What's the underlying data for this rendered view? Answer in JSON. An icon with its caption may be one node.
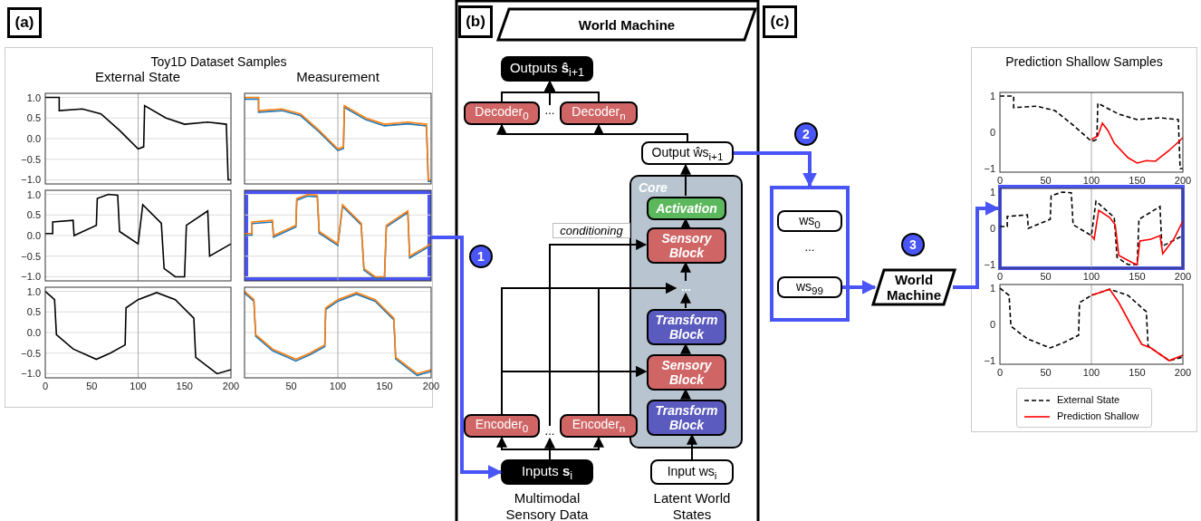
{
  "diagram": {
    "nodes": [
      {
        "text": [
          "(a)"
        ]
      },
      {
        "text": [
          "Toy1D Dataset Samples"
        ]
      },
      {
        "text": [],
        "shape": "box",
        "in": 1
      },
      {
        "text": [
          "(b)"
        ]
      },
      {
        "text": [
          "World Machine"
        ]
      },
      {
        "text": [
          "Outputs **ŝ**$_{i+1}$"
        ]
      },
      {
        "text": [
          "Decoder$_{0}$"
        ]
      },
      {
        "text": [
          "Decoder$_{n}$"
        ]
      },
      {
        "text": [
          "Output ŵs$_{i+1}$"
        ]
      },
      {
        "text": [
          "Core"
        ]
      },
      {
        "text": [
          "Activation"
        ],
        "in": 9
      },
      {
        "text": [
          "Sensory Block"
        ],
        "in": 9
      },
      {
        "text": [
          "Transform Block"
        ],
        "in": 9
      },
      {
        "text": [
          "Sensory Block"
        ],
        "in": 9
      },
      {
        "text": [
          "Transform Block"
        ],
        "in": 9
      },
      {
        "text": [
          "Encoder$_{0}$"
        ]
      },
      {
        "text": [
          "Encoder$_{n}$"
        ]
      },
      {
        "text": [
          "Inputs **s**$_{i}$"
        ],
        "beside": [
          "Multimodal Sensory Data"
        ]
      },
      {
        "text": [
          "Input ws$_{i}$"
        ],
        "beside": [
          "Latent World States"
        ]
      },
      {
        "text": [
          "(c)"
        ]
      },
      {
        "text": [],
        "shape": "box"
      },
      {
        "text": [
          "ws$_{0}$"
        ],
        "in": 20
      },
      {
        "text": [
          "ws$_{99}$"
        ],
        "in": 20
      },
      {
        "text": [
          "World Machine"
        ]
      },
      {
        "text": [
          "Prediction Shallow Samples"
        ]
      },
      {
        "text": [],
        "shape": "box",
        "in": 24
      },
      {
        "text": [
          "1"
        ]
      },
      {
        "text": [
          "2"
        ]
      },
      {
        "text": [
          "3"
        ]
      },
      {
        "text": [
          "..."
        ]
      },
      {
        "text": [
          "..."
        ]
      },
      {
        "text": [
          "..."
        ],
        "in": 9
      }
    ],
    "edges": [
      {
        "from": 2,
        "to": 17,
        "arrow": "to",
        "style": "thick",
        "color": "#4a55f5"
      },
      {
        "from": 17,
        "to": 15,
        "arrow": "to"
      },
      {
        "from": 17,
        "to": 16,
        "arrow": "to"
      },
      {
        "from": 17,
        "to": 30,
        "arrow": "to"
      },
      {
        "from": 15,
        "to": 13,
        "arrow": "to"
      },
      {
        "from": 16,
        "to": 13,
        "arrow": "to"
      },
      {
        "from": 15,
        "to": 31,
        "arrow": "to"
      },
      {
        "from": 16,
        "to": 31,
        "arrow": "to"
      },
      {
        "from": 30,
        "to": 11,
        "arrow": "to",
        "label": "conditioning"
      },
      {
        "from": 18,
        "to": 14,
        "arrow": "to"
      },
      {
        "from": 14,
        "to": 13,
        "arrow": "to"
      },
      {
        "from": 13,
        "to": 12,
        "arrow": "to"
      },
      {
        "from": 12,
        "to": 31,
        "arrow": "to"
      },
      {
        "from": 31,
        "to": 11,
        "arrow": "to"
      },
      {
        "from": 11,
        "to": 10,
        "arrow": "to"
      },
      {
        "from": 10,
        "to": 8,
        "arrow": "to"
      },
      {
        "from": 8,
        "to": 6,
        "arrow": "to"
      },
      {
        "from": 8,
        "to": 7,
        "arrow": "to"
      },
      {
        "from": 6,
        "to": 5,
        "arrow": "to"
      },
      {
        "from": 7,
        "to": 5,
        "arrow": "to"
      },
      {
        "from": 29,
        "to": 5,
        "arrow": "to"
      },
      {
        "from": 8,
        "to": 20,
        "arrow": "to",
        "style": "thick",
        "color": "#4a55f5"
      },
      {
        "from": 22,
        "to": 23,
        "arrow": "to",
        "style": "thick",
        "color": "#4a55f5"
      },
      {
        "from": 23,
        "to": 25,
        "arrow": "to",
        "style": "thick",
        "color": "#4a55f5"
      }
    ],
    "labels": [
      "External State",
      "Measurement",
      "1.0",
      "0.5",
      "0.0",
      "−0.5",
      "−1.0",
      "1.0",
      "0.5",
      "0.0",
      "−0.5",
      "−1.0",
      "1.0",
      "0.5",
      "0.0",
      "−0.5",
      "−1.0",
      "0",
      "50",
      "100",
      "150",
      "200",
      "50",
      "100",
      "150",
      "200",
      "...",
      "1",
      "0",
      "−1",
      "0",
      "50",
      "100",
      "150",
      "200",
      "1",
      "0",
      "−1",
      "0",
      "50",
      "100",
      "150",
      "200",
      "1",
      "0",
      "−1",
      "0",
      "50",
      "100",
      "150",
      "200"
    ],
    "legend": [
      {
        "text": "External State"
      },
      {
        "text": "Prediction Shallow"
      }
    ]
  }
}
